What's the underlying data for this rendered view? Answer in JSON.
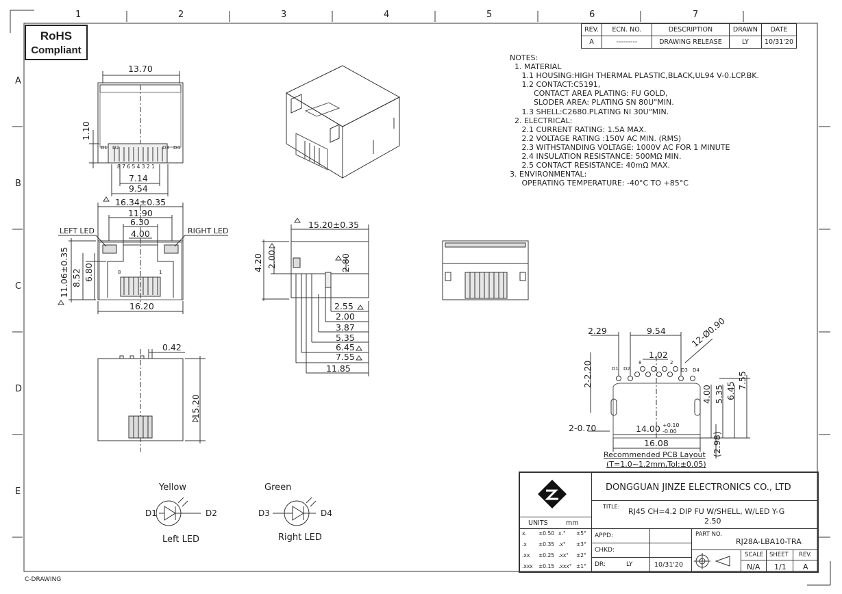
{
  "rohs": {
    "line1": "RoHS",
    "line2": "Compliant"
  },
  "grid": {
    "cols": [
      "1",
      "2",
      "3",
      "4",
      "5",
      "6",
      "7"
    ],
    "rows": [
      "A",
      "B",
      "C",
      "D",
      "E"
    ]
  },
  "revision_table": {
    "headers": [
      "REV.",
      "ECN. NO.",
      "DESCRIPTION",
      "DRAWN",
      "DATE"
    ],
    "row": [
      "A",
      "---------",
      "DRAWING RELEASE",
      "LY",
      "10/31'20"
    ]
  },
  "notes": [
    "NOTES:",
    "  1. MATERIAL",
    "     1.1 HOUSING:HIGH THERMAL PLASTIC,BLACK,UL94 V-0.LCP.BK.",
    "     1.2 CONTACT:C5191,",
    "          CONTACT AREA PLATING: FU GOLD,",
    "          SLODER AREA: PLATING SN 80U\"MIN.",
    "     1.3 SHELL:C2680.PLATING NI 30U\"MIN.",
    "  2. ELECTRICAL:",
    "     2.1 CURRENT RATING: 1.5A MAX.",
    "     2.2 VOLTAGE RATING :150V AC MIN. (RMS)",
    "     2.3 WITHSTANDING VOLTAGE: 1000V AC FOR 1 MINUTE",
    "     2.4 INSULATION RESISTANCE: 500MΩ MIN.",
    "     2.5 CONTACT RESISTANCE: 40mΩ MAX.",
    "3. ENVIRONMENTAL:",
    "     OPERATING TEMPERATURE: -40°C TO +85°C"
  ],
  "top_view": {
    "width": "13.70",
    "h110": "1.10",
    "d714": "7.14",
    "d954": "9.54",
    "pins": "8 7 6 5 4 3 2 1",
    "d1": "D1",
    "d2": "D2",
    "d3": "D3",
    "d4": "D4"
  },
  "front_view": {
    "d1634": "16.34±0.35",
    "d1190": "11.90",
    "d630": "6.30",
    "d400": "4.00",
    "left_led": "LEFT LED",
    "right_led": "RIGHT LED",
    "d1106": "11.06±0.35",
    "d852": "8.52",
    "d680": "6.80",
    "d1620": "16.20",
    "pin8": "8",
    "pin1": "1"
  },
  "side_view": {
    "d1520": "15.20±0.35",
    "d420": "4.20",
    "d200": "2.00",
    "d280": "2.80",
    "d255": "2.55",
    "d200b": "2.00",
    "d387": "3.87",
    "d535": "5.35",
    "d645": "6.45",
    "d755": "7.55",
    "d1185": "11.85"
  },
  "bottom_view": {
    "d042": "0.42",
    "d1520": "15.20"
  },
  "pcb": {
    "d229": "2.29",
    "d954": "9.54",
    "d102": "1.02",
    "holes": "12-Ø0.90",
    "d2220": "2-2.20",
    "d070": "2-0.70",
    "d1400": "14.00",
    "tol_plus": "+0.10",
    "tol_minus": "-0.00",
    "d1608": "16.08",
    "d400": "4.00",
    "d535": "5.35",
    "d645": "6.45",
    "d755": "7.55",
    "d298": "(2.98)",
    "caption1": "Recommended PCB Layout",
    "caption2": "(T=1.0~1.2mm,Tol:±0.05)",
    "d1": "D1",
    "d2": "D2",
    "d3": "D3",
    "d4": "D4",
    "p8": "8",
    "p2": "2"
  },
  "leds": {
    "yellow": "Yellow",
    "green": "Green",
    "left": "Left LED",
    "right": "Right LED",
    "d1": "D1",
    "d2": "D2",
    "d3": "D3",
    "d4": "D4"
  },
  "title_block": {
    "company": "DONGGUAN JINZE ELECTRONICS CO., LTD",
    "title_label": "TITLE:",
    "title_line1": "RJ45 CH=4.2 DIP FU W/SHELL, W/LED Y-G",
    "title_line2": "2.50",
    "units_label": "UNITS",
    "units_value": "mm",
    "tolerances": [
      [
        "x.",
        "±0.50",
        "x.°",
        "±5°"
      ],
      [
        ".x",
        "±0.35",
        ".x°",
        "±3°"
      ],
      [
        ".xx",
        "±0.25",
        ".xx°",
        "±2°"
      ],
      [
        ".xxx",
        "±0.15",
        ".xxx°",
        "±1°"
      ]
    ],
    "appd": "APPD:",
    "chkd": "CHKD:",
    "dr": "DR:",
    "drawn_by": "LY",
    "date": "10/31'20",
    "part_no_label": "PART NO.",
    "part_no": "RJ28A-LBA10-TRA",
    "scale_label": "SCALE",
    "sheet_label": "SHEET",
    "rev_label": "REV.",
    "scale": "N/A",
    "sheet": "1/1",
    "rev": "A"
  },
  "footer": "C-DRAWING"
}
